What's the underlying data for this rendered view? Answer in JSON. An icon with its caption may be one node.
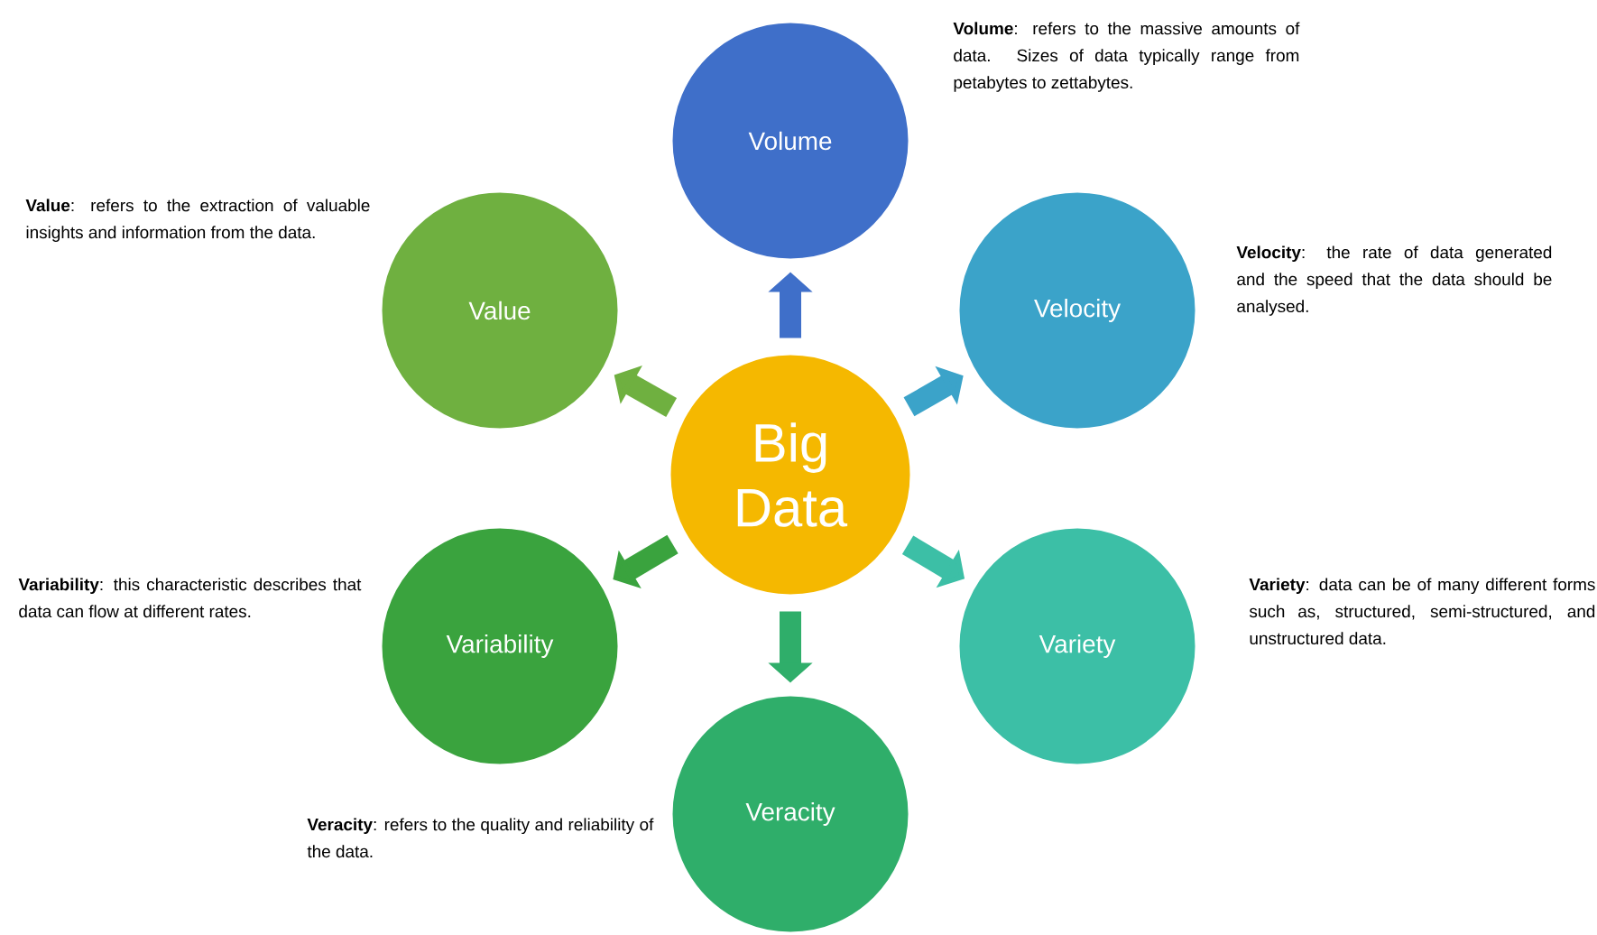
{
  "diagram": {
    "nodes": [
      {
        "text": [
          "Big Data"
        ]
      },
      {
        "text": [
          "Volume"
        ],
        "beside": [
          "**Volume**: refers to the massive amounts of data. Sizes of data typically range from petabytes to zettabytes."
        ]
      },
      {
        "text": [
          "Velocity"
        ],
        "beside": [
          "**Velocity**: the rate of data generated and the speed that the data should be analysed."
        ]
      },
      {
        "text": [
          "Variety"
        ],
        "beside": [
          "**Variety**: data can be of many different forms such as, structured, semi-structured, and unstructured data."
        ]
      },
      {
        "text": [
          "Veracity"
        ],
        "beside": [
          "**Veracity**: refers to the quality and reliability of the data."
        ]
      },
      {
        "text": [
          "Variability"
        ],
        "beside": [
          "**Variability**: this characteristic describes that data can flow at different rates."
        ]
      },
      {
        "text": [
          "Value"
        ],
        "beside": [
          "**Value**: refers to the extraction of valuable insights and information from the data."
        ]
      }
    ],
    "edges": [
      {
        "from": 0,
        "to": 1,
        "arrow": "to",
        "color": "#3f6fc9"
      },
      {
        "from": 0,
        "to": 2,
        "arrow": "to",
        "color": "#3ba3c9"
      },
      {
        "from": 0,
        "to": 3,
        "arrow": "to",
        "color": "#3cbfa6"
      },
      {
        "from": 0,
        "to": 4,
        "arrow": "to",
        "color": "#2fae6a"
      },
      {
        "from": 0,
        "to": 5,
        "arrow": "to",
        "color": "#3aa33e"
      },
      {
        "from": 0,
        "to": 6,
        "arrow": "to",
        "color": "#6fb040"
      }
    ]
  }
}
